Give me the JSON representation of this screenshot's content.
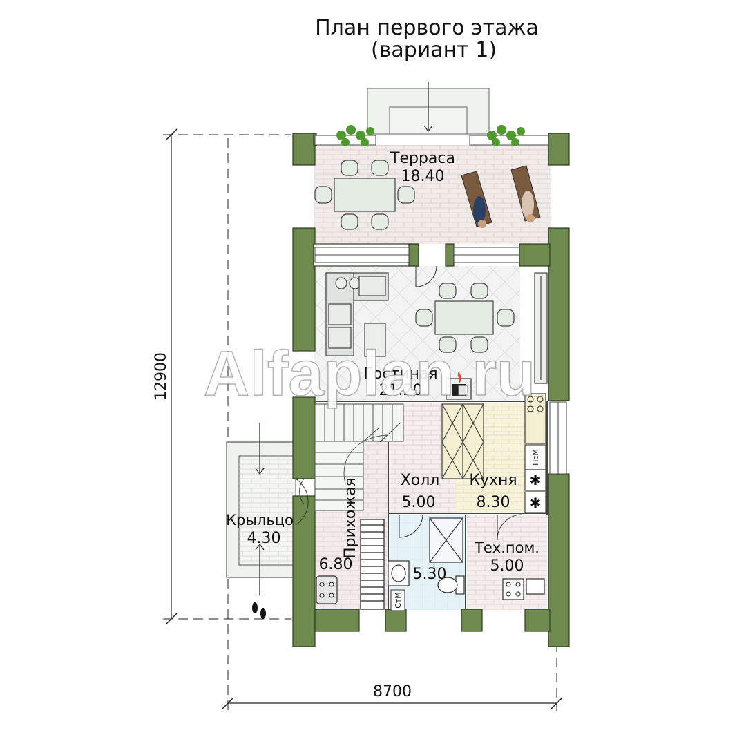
{
  "title": {
    "line1": "План первого этажа",
    "line2": "(вариант 1)"
  },
  "dimensions": {
    "width": "8700",
    "height": "12900"
  },
  "rooms": {
    "terrace": {
      "name": "Терраса",
      "area": "18.40"
    },
    "living": {
      "name": "Гостиная",
      "area": "21.20"
    },
    "hall": {
      "name": "Холл",
      "area": "5.00"
    },
    "kitchen": {
      "name": "Кухня",
      "area": "8.30"
    },
    "entrance": {
      "name": "Прихожая",
      "area": "6.80"
    },
    "bathroom": {
      "area": "5.30"
    },
    "tech": {
      "name": "Тех.пом.",
      "area": "5.00"
    },
    "porch": {
      "name": "Крыльцо",
      "area": "4.30"
    }
  },
  "appliances": {
    "washing_machine": "ПсМ",
    "dishwasher": "СтМ"
  },
  "watermark": "Alfaplan.ru",
  "colors": {
    "wall": "#6e8a4e",
    "terrace_floor": "#f1ecea",
    "living_floor": "#f3f3f3",
    "hall_floor": "#f6eeee",
    "kitchen_floor": "#f7f3dd",
    "bath_floor": "#e6f3f6",
    "entrance_floor": "#f4ecec",
    "porch_floor": "#eef1ee",
    "furniture": "#e4ece4",
    "furniture_stroke": "#444"
  }
}
